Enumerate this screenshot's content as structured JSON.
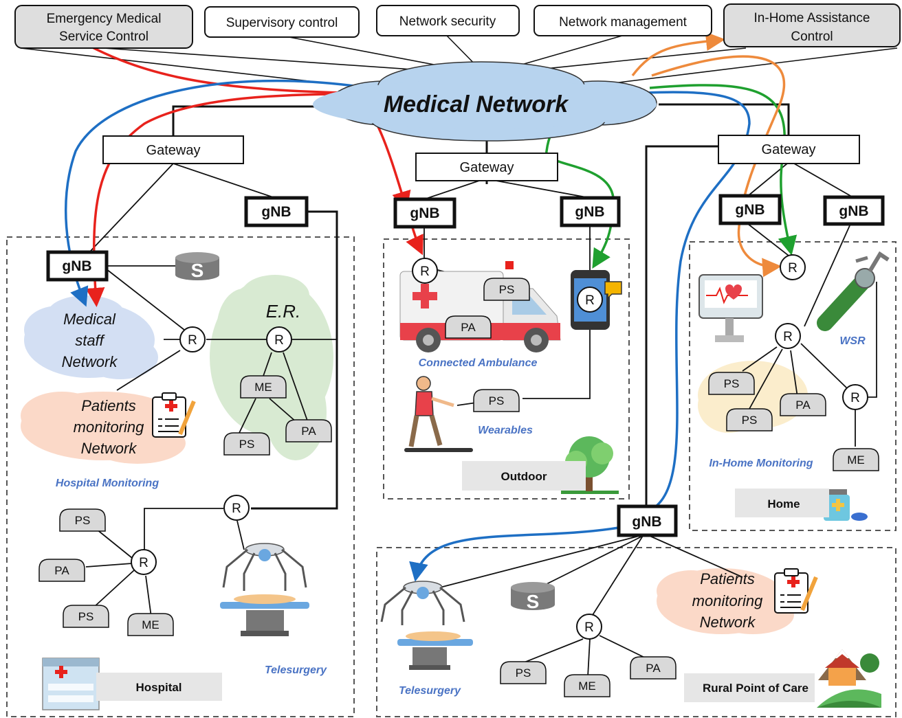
{
  "control_centers": {
    "emergency": "Emergency Medical Service Control",
    "supervisory": "Supervisory control",
    "security": "Network security",
    "management": "Network management",
    "in_home": "In-Home Assistance Control"
  },
  "core": {
    "title": "Medical Network"
  },
  "gateway_label": "Gateway",
  "gnb_label": "gNB",
  "node_labels": {
    "router": "R",
    "sensor": "PS",
    "actuator": "PA",
    "equipment": "ME",
    "storage": "S"
  },
  "clouds": {
    "medical_staff": [
      "Medical",
      "staff",
      "Network"
    ],
    "patients_monitoring": [
      "Patients",
      "monitoring",
      "Network"
    ],
    "er": "E.R."
  },
  "captions": {
    "hospital_monitoring": "Hospital Monitoring",
    "connected_ambulance": "Connected Ambulance",
    "wearables": "Wearables",
    "in_home_monitoring": "In-Home Monitoring",
    "wsr": "WSR",
    "telesurgery": "Telesurgery"
  },
  "places": {
    "hospital": "Hospital",
    "outdoor": "Outdoor",
    "home": "Home",
    "rural": "Rural Point of Care"
  },
  "colors": {
    "emergency_path": "#e8221c",
    "telesurgery_path": "#1e6fc4",
    "wearable_path": "#1fa02f",
    "home_path": "#ee8a3c",
    "control_box_fill": "#dedede",
    "cloud_fill": "#b7d3ee",
    "staff_cloud_fill": "#d3dff3",
    "patients_cloud_fill": "#fbd9c8",
    "er_cloud_fill": "#d8ead2",
    "place_label_fill": "#e6e6e6",
    "caption_text": "#4a73c4"
  }
}
